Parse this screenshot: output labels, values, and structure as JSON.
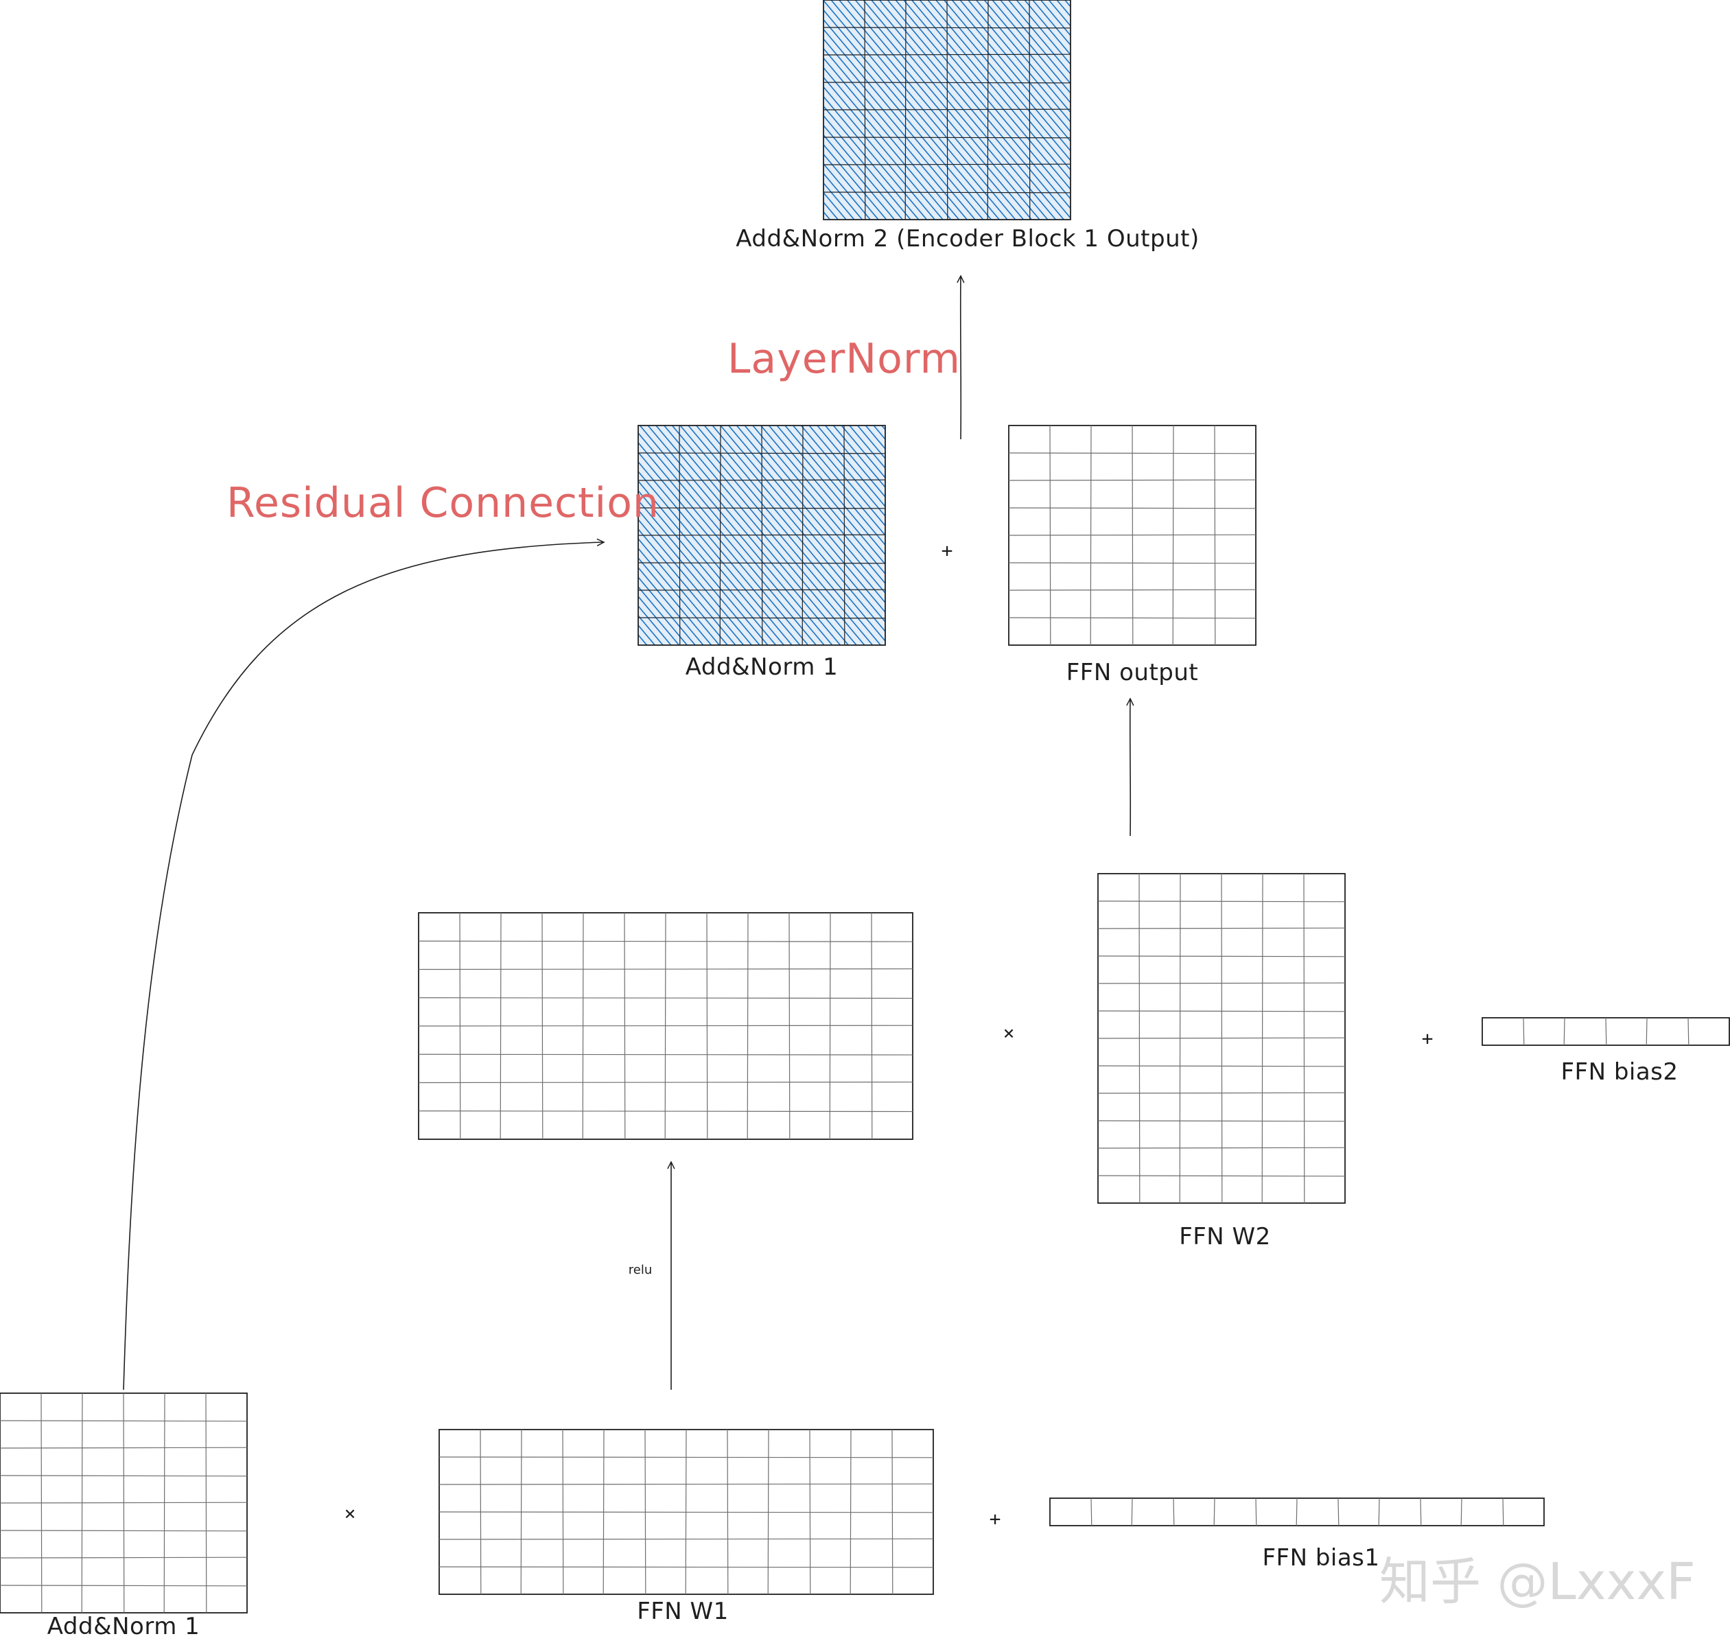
{
  "labels": {
    "addnorm2": "Add&Norm 2  (Encoder Block 1 Output)",
    "layernorm": "LayerNorm",
    "residual": "Residual Connection",
    "addnorm1_top": "Add&Norm 1",
    "ffn_output": "FFN output",
    "ffn_w2": "FFN W2",
    "ffn_bias2": "FFN bias2",
    "relu": "relu",
    "addnorm1_bottom": "Add&Norm 1",
    "ffn_w1": "FFN W1",
    "ffn_bias1": "FFN bias1"
  },
  "operators": {
    "plus_top": "+",
    "times_mid": "×",
    "plus_mid": "+",
    "times_bottom": "×",
    "plus_bottom": "+"
  },
  "watermark": "知乎 @LxxxF",
  "colors": {
    "stroke": "#1e1e1e",
    "grid_line": "#6e6e6e",
    "hatch_fill": "#1971c2",
    "accent_red": "#e06666"
  },
  "matrices": {
    "addnorm2": {
      "rows": 8,
      "cols": 6,
      "hatched": true
    },
    "addnorm1_top": {
      "rows": 8,
      "cols": 6,
      "hatched": true
    },
    "ffn_output": {
      "rows": 8,
      "cols": 6,
      "hatched": false
    },
    "ffn_hidden": {
      "rows": 8,
      "cols": 12,
      "hatched": false
    },
    "ffn_w2": {
      "rows": 12,
      "cols": 6,
      "hatched": false
    },
    "ffn_bias2": {
      "rows": 1,
      "cols": 6,
      "hatched": false
    },
    "addnorm1_bottom": {
      "rows": 8,
      "cols": 6,
      "hatched": false
    },
    "ffn_w1": {
      "rows": 6,
      "cols": 12,
      "hatched": false
    },
    "ffn_bias1": {
      "rows": 1,
      "cols": 12,
      "hatched": false
    }
  }
}
